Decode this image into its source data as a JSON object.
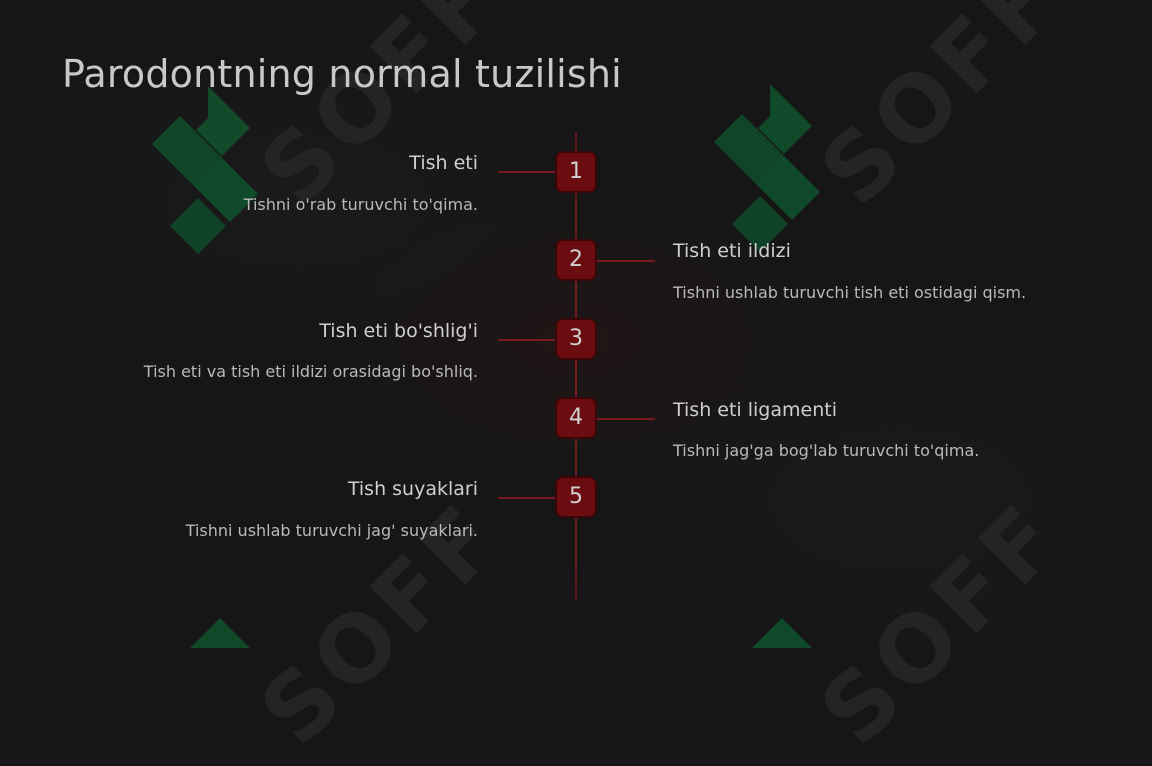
{
  "slide": {
    "title": "Parodontning normal tuzilishi"
  },
  "watermark": {
    "text": "SOFF",
    "logo_color": "#0f4a2a",
    "text_color": "#242424"
  },
  "colors": {
    "background": "#161616",
    "badge": "#6b0c10",
    "connector": "#7a1a1e",
    "title_text": "#c8c8c8"
  },
  "items": [
    {
      "number": "1",
      "title": "Tish eti",
      "description": "Tishni o'rab turuvchi to'qima."
    },
    {
      "number": "2",
      "title": "Tish eti ildizi",
      "description": "Tishni ushlab turuvchi tish eti ostidagi qism."
    },
    {
      "number": "3",
      "title": "Tish eti bo'shlig'i",
      "description": "Tish eti va tish eti ildizi orasidagi bo'shliq."
    },
    {
      "number": "4",
      "title": "Tish eti ligamenti",
      "description": "Tishni jag'ga bog'lab turuvchi to'qima."
    },
    {
      "number": "5",
      "title": "Tish suyaklari",
      "description": "Tishni ushlab turuvchi jag' suyaklari."
    }
  ]
}
